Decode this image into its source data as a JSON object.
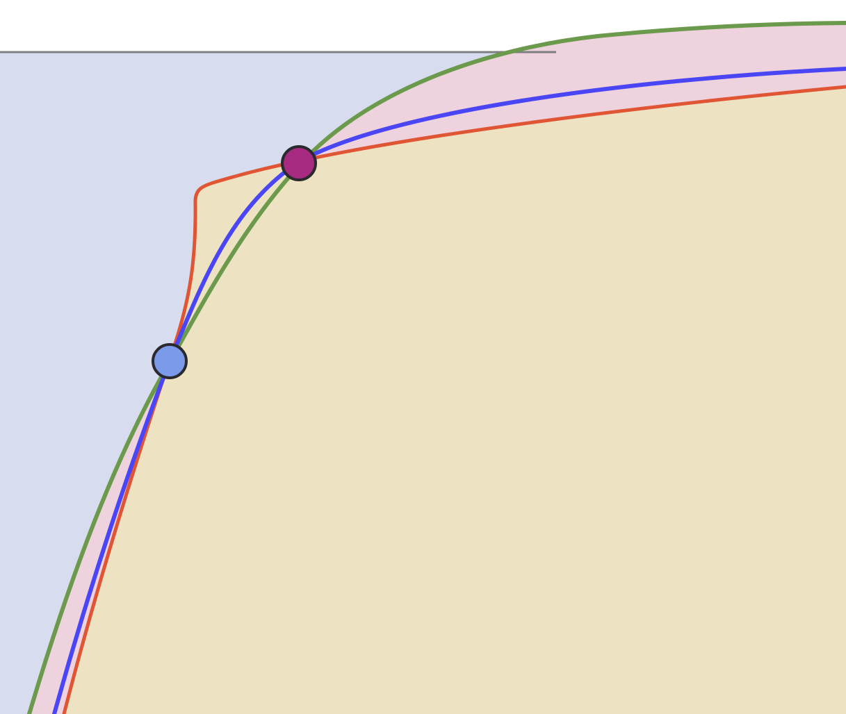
{
  "colors": {
    "page_background": "#ffffff",
    "outer_region": "#d7dcef",
    "band_region": "#eed2dd",
    "inner_region": "#ede3c3",
    "plane_edge": "#7d7f82",
    "green_curve": "#6b9a4c",
    "blue_curve": "#4a46f5",
    "red_curve": "#e05533",
    "magenta_handle": "#a52a80",
    "blue_handle": "#7b9bea",
    "handle_outline": "#2a2a2e"
  },
  "curves": [
    {
      "id": "green-curve",
      "color_key": "green_curve"
    },
    {
      "id": "blue-curve",
      "color_key": "blue_curve"
    },
    {
      "id": "red-curve",
      "color_key": "red_curve"
    }
  ],
  "handles": [
    {
      "id": "magenta-control-point",
      "color_key": "magenta_handle"
    },
    {
      "id": "blue-control-point",
      "color_key": "blue_handle"
    }
  ]
}
